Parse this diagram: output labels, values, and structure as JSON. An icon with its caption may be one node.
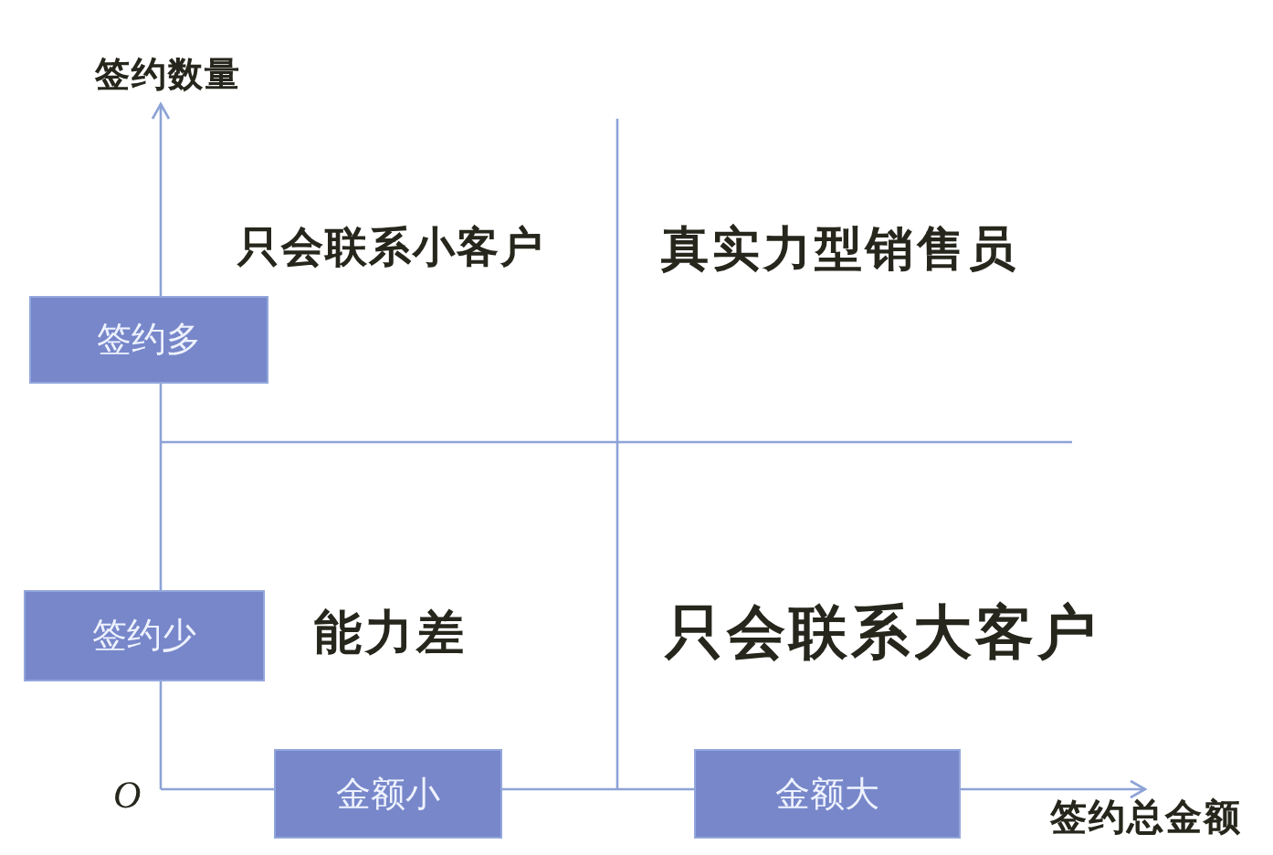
{
  "diagram": {
    "nodes": [
      {
        "text": [
          "签约多"
        ]
      },
      {
        "text": [
          "签约少"
        ]
      },
      {
        "text": [
          "金额小"
        ]
      },
      {
        "text": [
          "金额大"
        ]
      }
    ],
    "labels": [
      "签约数量",
      "只会联系小客户",
      "真实力型销售员",
      "能力差",
      "只会联系大客户",
      "O",
      "签约总金额"
    ]
  }
}
